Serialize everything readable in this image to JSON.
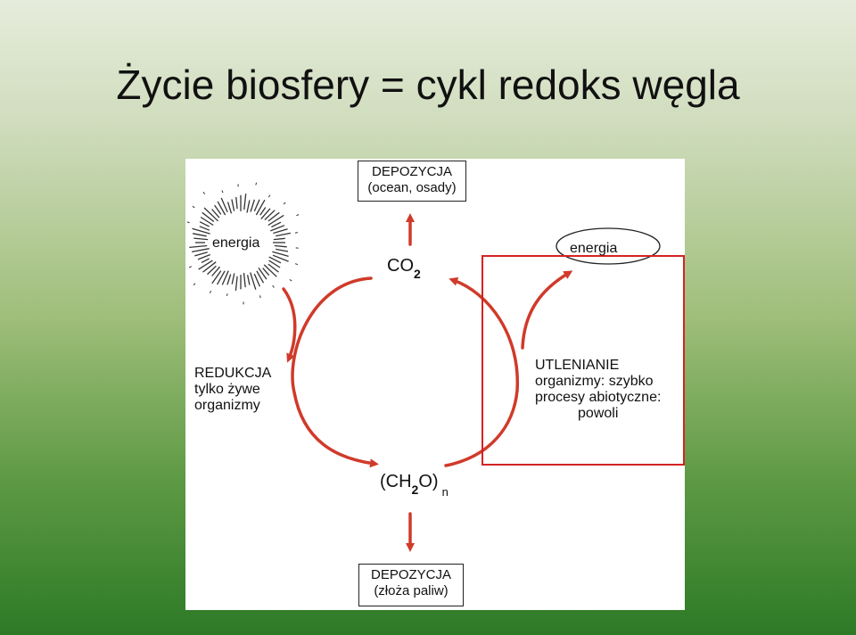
{
  "title": "Życie biosfery = cykl redoks węgla",
  "deposition_top": {
    "line1": "DEPOZYCJA",
    "line2": "(ocean, osady)"
  },
  "deposition_bottom": {
    "line1": "DEPOZYCJA",
    "line2": "(złoża paliw)"
  },
  "co2": {
    "base": "CO",
    "subscript": "2"
  },
  "ch2o": {
    "open": "(CH",
    "subscript": "2",
    "close": "O)",
    "n": "n"
  },
  "energy_left": "energia",
  "energy_right": "energia",
  "reduction": {
    "line1": "REDUKCJA",
    "line2": "tylko żywe",
    "line3": "organizmy"
  },
  "oxidation": {
    "line1": "UTLENIANIE",
    "line2": "organizmy: szybko",
    "line3": "procesy abiotyczne:",
    "line4": "powoli"
  },
  "colors": {
    "arrow": "#d03a2a",
    "highlight": "#d42323"
  }
}
